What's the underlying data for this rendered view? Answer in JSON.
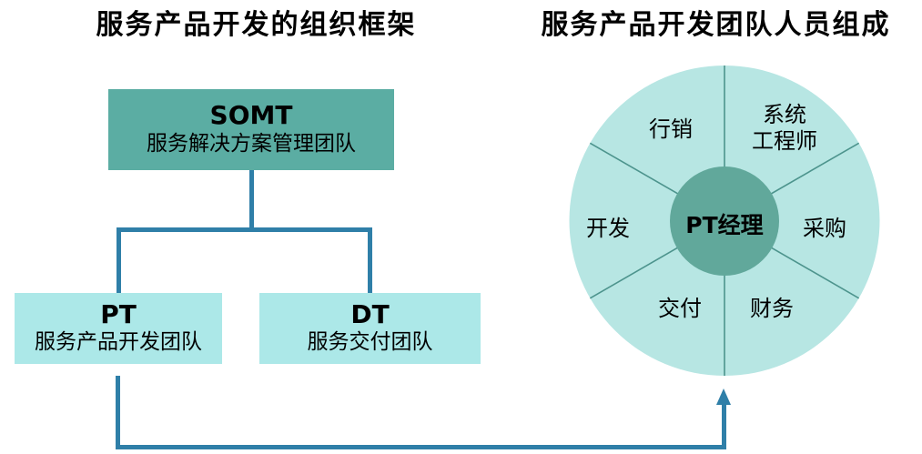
{
  "left_panel": {
    "title": "服务产品开发的组织框架",
    "boxes": {
      "somt": {
        "acronym": "SOMT",
        "name": "服务解决方案管理团队"
      },
      "pt": {
        "acronym": "PT",
        "name": "服务产品开发团队"
      },
      "dt": {
        "acronym": "DT",
        "name": "服务交付团队"
      }
    }
  },
  "right_panel": {
    "title": "服务产品开发团队人员组成",
    "center_label": "PT经理",
    "sectors": [
      {
        "label": "行销"
      },
      {
        "label": "系统\n工程师"
      },
      {
        "label": "采购"
      },
      {
        "label": "财务"
      },
      {
        "label": "交付"
      },
      {
        "label": "开发"
      }
    ]
  },
  "colors": {
    "somt_box_fill": "#5BADA3",
    "team_box_fill": "#ACE8E8",
    "wheel_fill": "#B7E6E3",
    "wheel_divider": "#4D948D",
    "center_circle_fill": "#61A89B",
    "connector_line": "#2F7FA8",
    "text": "#000000"
  }
}
